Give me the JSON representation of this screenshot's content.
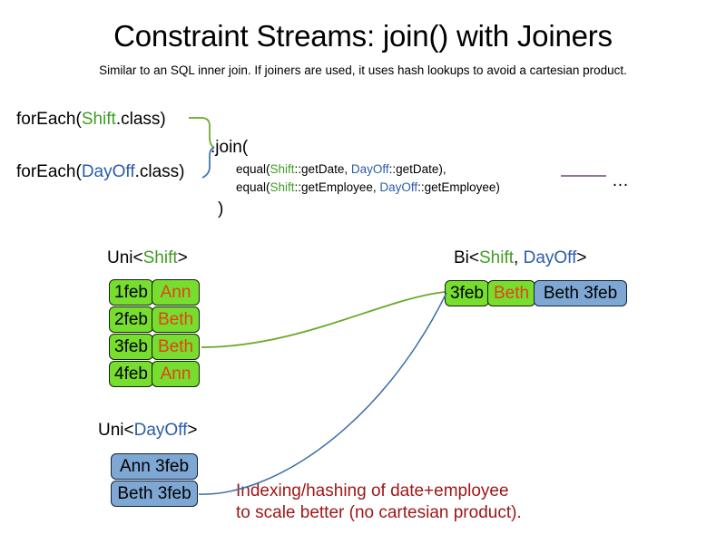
{
  "slide": {
    "title": "Constraint Streams: join() with Joiners",
    "subtitle": "Similar to an SQL inner join. If joiners are used, it uses hash lookups to avoid a cartesian product."
  },
  "code": {
    "foreach_shift_prefix": "forEach(",
    "foreach_shift_type": "Shift",
    "foreach_shift_suffix": ".class)",
    "foreach_dayoff_prefix": "forEach(",
    "foreach_dayoff_type": "DayOff",
    "foreach_dayoff_suffix": ".class)",
    "join_open": ".join(",
    "join_close": ")",
    "ellipsis": "…",
    "joiners": [
      {
        "prefix": "equal(",
        "left_type": "Shift",
        "left_method": "::getDate, ",
        "right_type": "DayOff",
        "right_method": "::getDate),"
      },
      {
        "prefix": "equal(",
        "left_type": "Shift",
        "left_method": "::getEmployee, ",
        "right_type": "DayOff",
        "right_method": "::getEmployee)"
      }
    ]
  },
  "streams": {
    "uni_shift": {
      "label_prefix": "Uni<",
      "label_type": "Shift",
      "label_suffix": ">",
      "rows": [
        {
          "date": "1feb",
          "name": "Ann"
        },
        {
          "date": "2feb",
          "name": "Beth"
        },
        {
          "date": "3feb",
          "name": "Beth"
        },
        {
          "date": "4feb",
          "name": "Ann"
        }
      ]
    },
    "uni_dayoff": {
      "label_prefix": "Uni<",
      "label_type": "DayOff",
      "label_suffix": ">",
      "rows": [
        {
          "pair": "Ann 3feb"
        },
        {
          "pair": "Beth 3feb"
        }
      ]
    },
    "bi": {
      "label_prefix": "Bi<",
      "label_type_a": "Shift",
      "label_separator": ", ",
      "label_type_b": "DayOff",
      "label_suffix": ">",
      "rows": [
        {
          "date": "3feb",
          "name": "Beth",
          "pair": "Beth 3feb"
        }
      ]
    }
  },
  "annotation": {
    "text": "Indexing/hashing of date+employee\nto scale better (no cartesian product)."
  },
  "colors": {
    "shift_green": "#3f9c23",
    "dayoff_blue": "#2a5ca8",
    "box_green_fill": "#77dd2e",
    "box_blue_fill": "#7ea7d4",
    "name_orange": "#e2431a",
    "annotation_red": "#9e1616",
    "connector_green": "#6aa82a",
    "connector_blue": "#3b6fa8",
    "ellipsis_line": "#6b4a72"
  }
}
